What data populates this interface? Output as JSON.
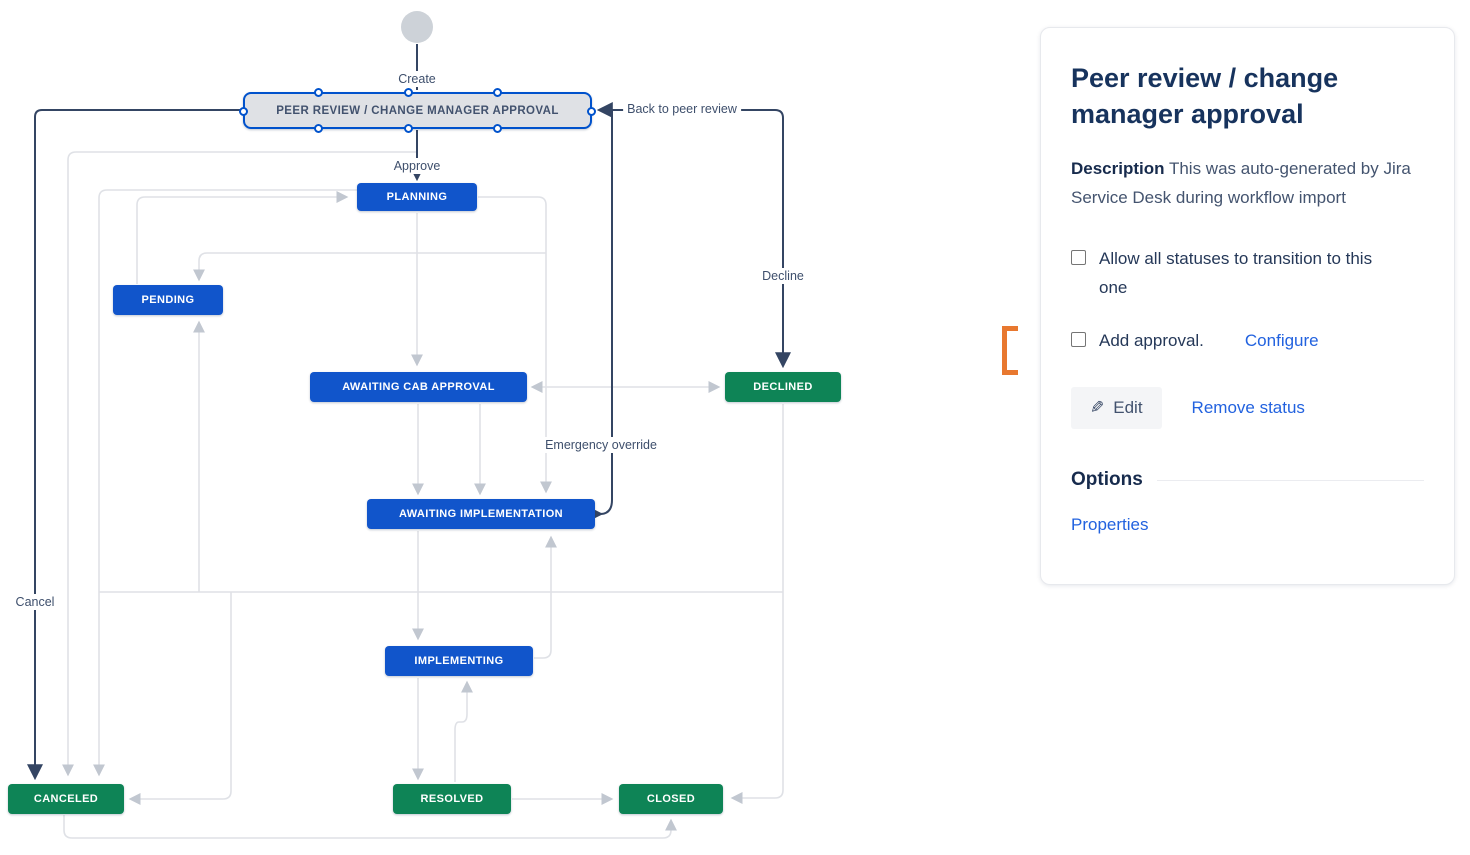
{
  "diagram": {
    "statuses": [
      {
        "label": "PEER REVIEW / CHANGE MANAGER APPROVAL",
        "kind": "selected"
      },
      {
        "label": "PLANNING",
        "kind": "in-progress"
      },
      {
        "label": "PENDING",
        "kind": "in-progress"
      },
      {
        "label": "AWAITING CAB APPROVAL",
        "kind": "in-progress"
      },
      {
        "label": "DECLINED",
        "kind": "done"
      },
      {
        "label": "AWAITING IMPLEMENTATION",
        "kind": "in-progress"
      },
      {
        "label": "IMPLEMENTING",
        "kind": "in-progress"
      },
      {
        "label": "RESOLVED",
        "kind": "done"
      },
      {
        "label": "CLOSED",
        "kind": "done"
      },
      {
        "label": "CANCELED",
        "kind": "done"
      }
    ],
    "transitions": [
      {
        "label": "Create"
      },
      {
        "label": "Approve"
      },
      {
        "label": "Back to peer review"
      },
      {
        "label": "Decline"
      },
      {
        "label": "Emergency override"
      },
      {
        "label": "Cancel"
      }
    ],
    "colors": {
      "status_blue": "#1155CB",
      "status_green": "#0E8456",
      "selected_fill": "#DFE1E5",
      "selected_border": "#0052CC",
      "connector_gray": "#DFE1E6",
      "connector_dark": "#344563",
      "start_node_gray": "#CDD2D8"
    }
  },
  "panel": {
    "title": "Peer review / change manager approval",
    "description_label": "Description",
    "description_text": "This was auto-generated by Jira Service Desk during workflow import",
    "checkbox_allow_label": "Allow all statuses to transition to this one",
    "checkbox_add_approval_label": "Add approval.",
    "configure_link": "Configure",
    "edit_button": "Edit",
    "remove_status_link": "Remove status",
    "options_heading": "Options",
    "properties_link": "Properties",
    "link_color": "#2262DF",
    "annotation_color": "#E8782F"
  },
  "icons": {
    "edit_pencil": "✎"
  }
}
